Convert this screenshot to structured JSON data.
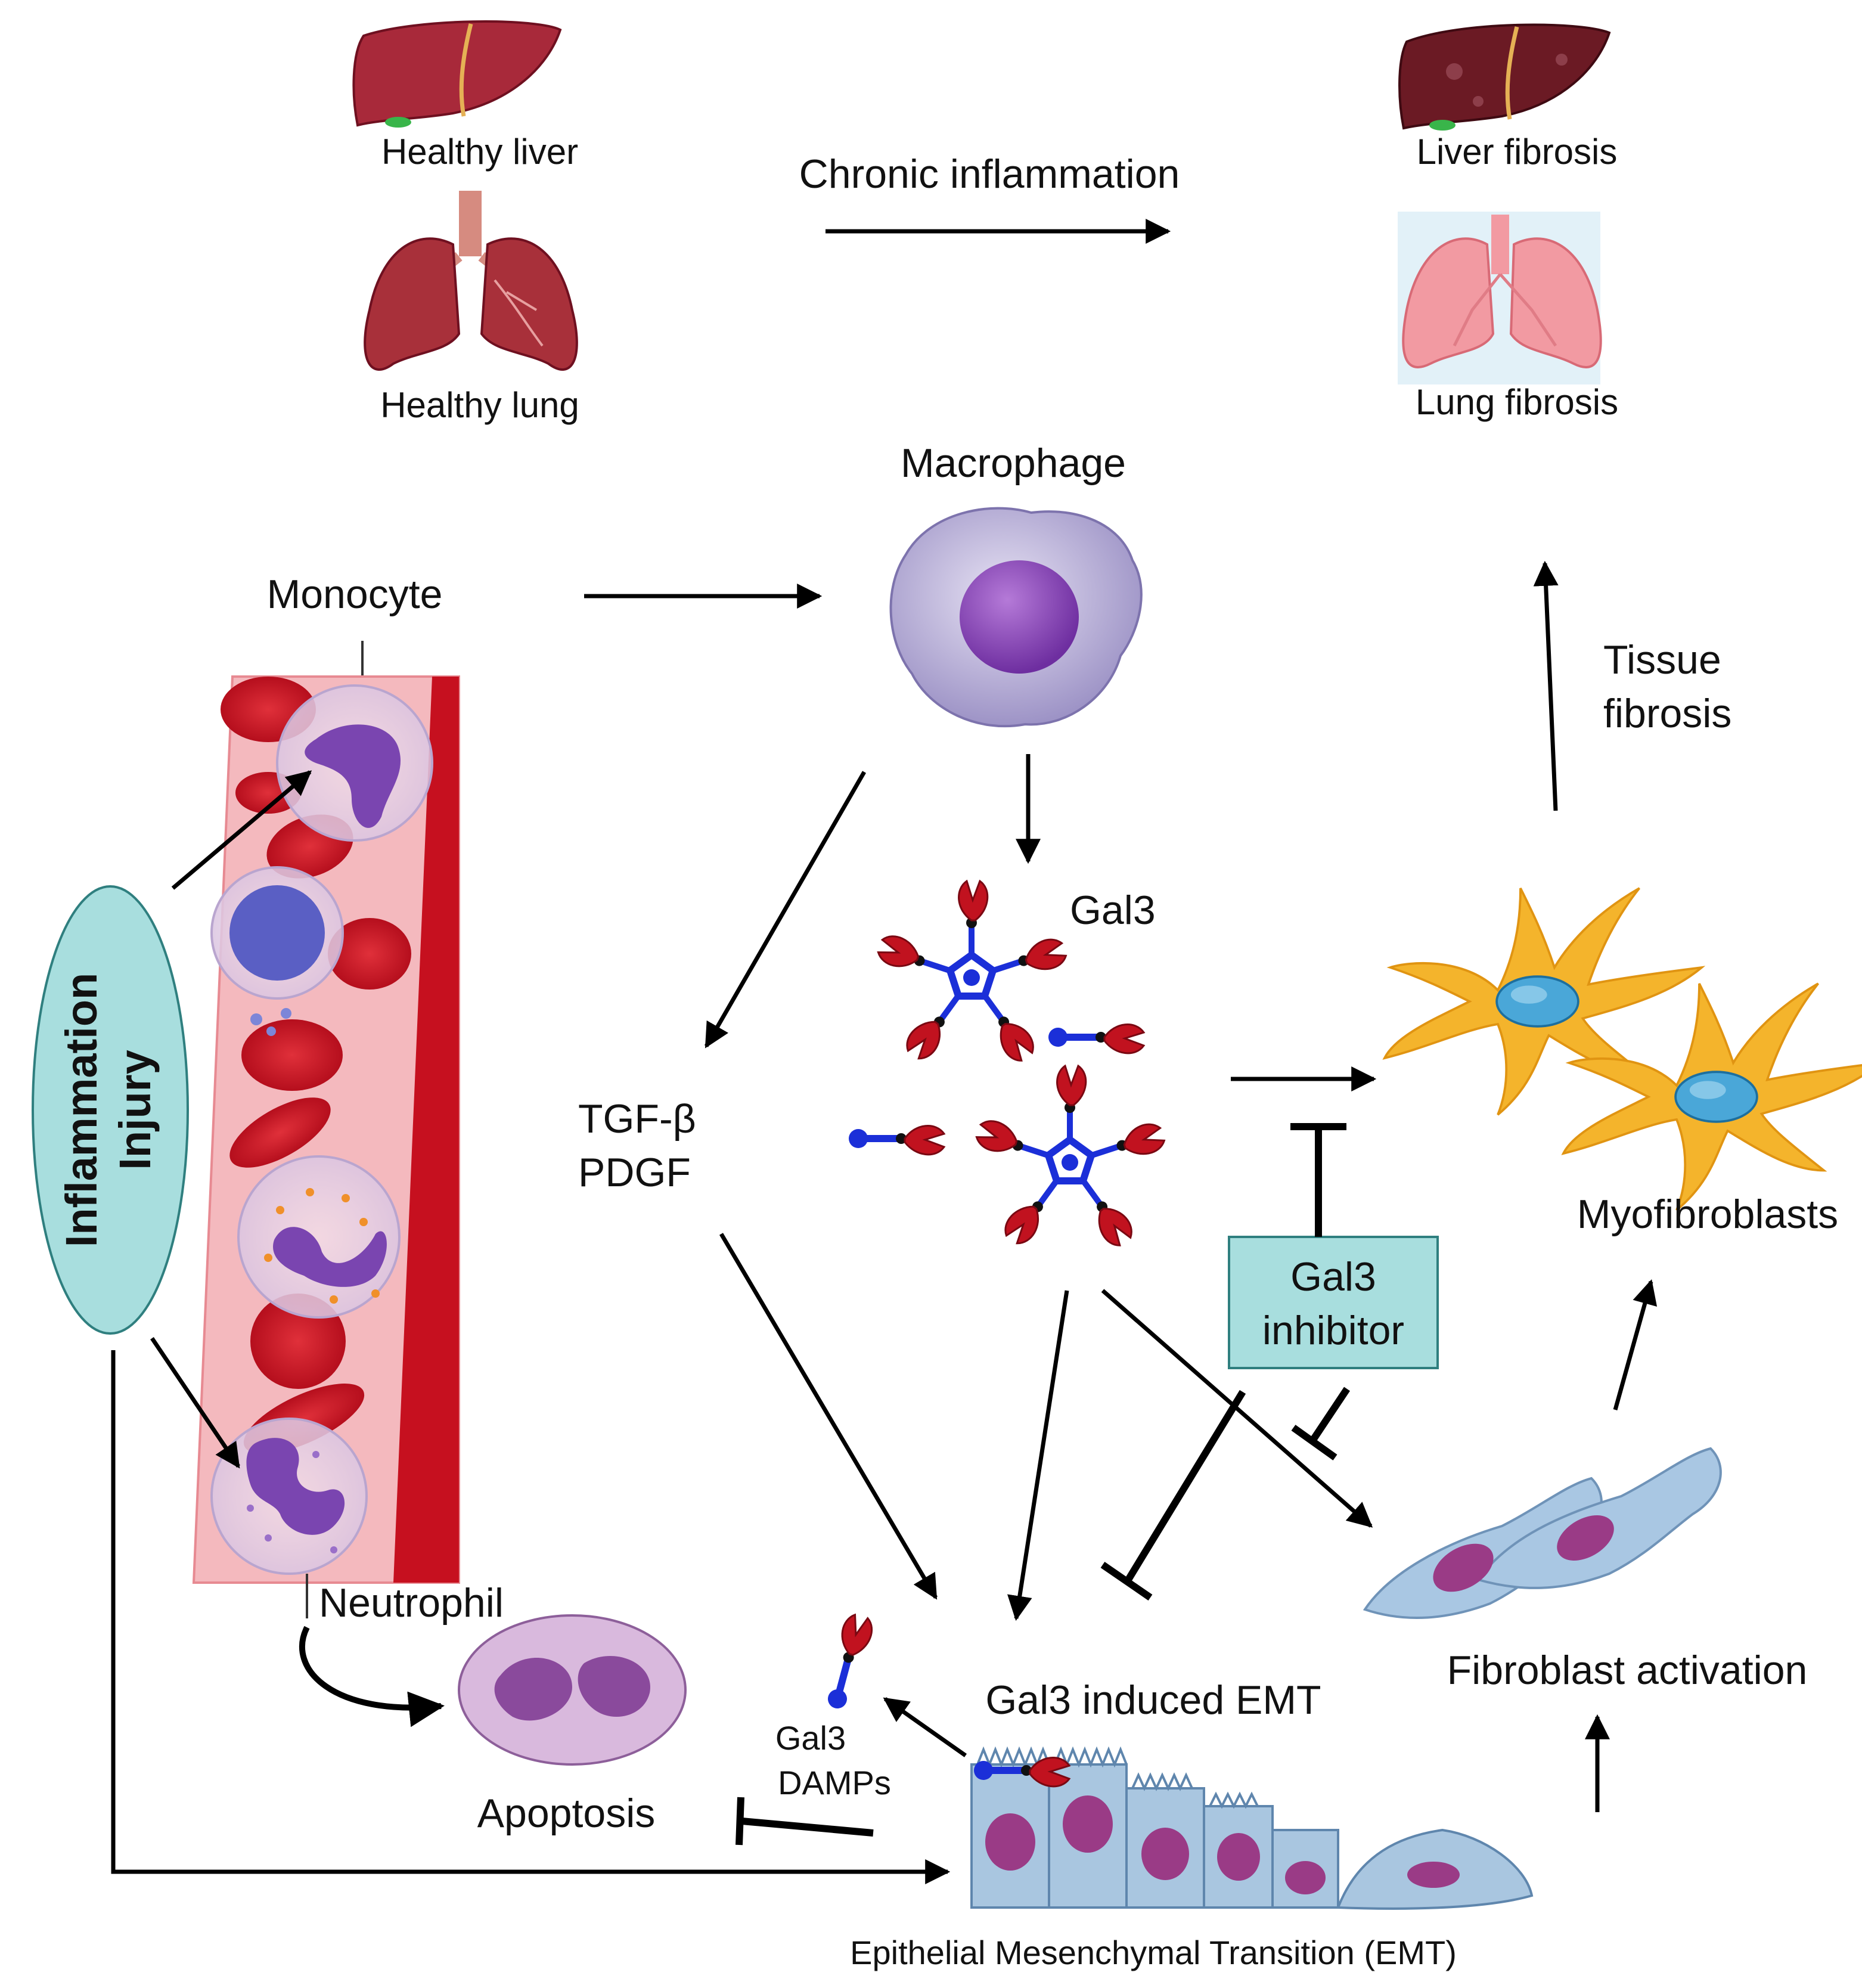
{
  "labels": {
    "healthy_liver": "Healthy liver",
    "healthy_lung": "Healthy lung",
    "chronic_inflammation": "Chronic inflammation",
    "liver_fibrosis": "Liver fibrosis",
    "lung_fibrosis": "Lung fibrosis",
    "macrophage": "Macrophage",
    "monocyte": "Monocyte",
    "tissue_fibrosis_1": "Tissue",
    "tissue_fibrosis_2": "fibrosis",
    "gal3": "Gal3",
    "tgf_beta": "TGF-β",
    "pdgf": "PDGF",
    "myofibroblasts": "Myofibroblasts",
    "gal3_inhibitor_1": "Gal3",
    "gal3_inhibitor_2": "inhibitor",
    "inflammation": "Inflammation",
    "injury": "Injury",
    "neutrophil": "Neutrophil",
    "gal3_induced_emt": "Gal3 induced EMT",
    "fibroblast_activation": "Fibroblast activation",
    "gal3_damps_1": "Gal3",
    "gal3_damps_2": "DAMPs",
    "apoptosis": "Apoptosis",
    "emt_full": "Epithelial Mesenchymal Transition (EMT)"
  },
  "colors": {
    "inflammation_fill": "#a8dede",
    "inhibitor_fill": "#a8dede",
    "macrophage_body": "#b6aed6",
    "macrophage_nucleus": "#8b4bb5",
    "liver": "#a8293a",
    "lung_healthy": "#a8303a",
    "lung_fibrotic": "#f29aa2",
    "vessel": "#f4b9be",
    "vessel_wall": "#c6101f",
    "rbc": "#cc1020",
    "myofibroblast": "#f4b42c",
    "myofibroblast_nucleus": "#4aa7d8",
    "fibroblast": "#a9c7e3",
    "fibroblast_nucleus": "#9a3b86",
    "gal3_core": "#1b2fd8",
    "gal3_crd": "#c1121f",
    "epithelial": "#a9c6e0",
    "apoptotic_cell": "#d9b9dd"
  }
}
